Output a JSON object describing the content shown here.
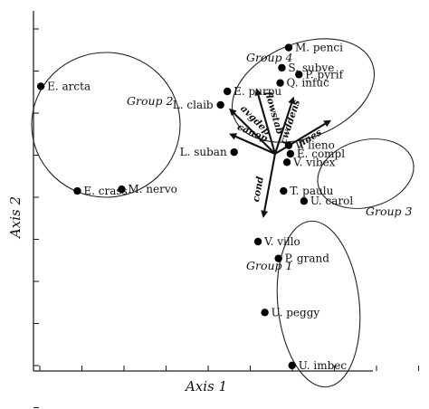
{
  "chart_data": {
    "type": "scatter",
    "title": "",
    "xlabel": "Axis 1",
    "ylabel": "Axis 2",
    "grid": false,
    "legend": "none",
    "points": [
      {
        "label": "E. arcta",
        "x": 0.03,
        "y": 8.3
      },
      {
        "label": "E. crass",
        "x": 1.1,
        "y": 5.2
      },
      {
        "label": "M. nervo",
        "x": 2.4,
        "y": 5.25
      },
      {
        "label": "M. penci",
        "x": 7.3,
        "y": 9.45
      },
      {
        "label": "S. subve",
        "x": 7.1,
        "y": 8.85
      },
      {
        "label": "P. pyrif",
        "x": 7.6,
        "y": 8.65
      },
      {
        "label": "Q. infuc",
        "x": 7.05,
        "y": 8.4
      },
      {
        "label": "E. purpu",
        "x": 5.5,
        "y": 8.15
      },
      {
        "label": "L. claib",
        "x": 5.3,
        "y": 7.75
      },
      {
        "label": "L. suban",
        "x": 5.7,
        "y": 6.35
      },
      {
        "label": "V. lieno",
        "x": 7.3,
        "y": 6.55
      },
      {
        "label": "E. compl",
        "x": 7.35,
        "y": 6.3
      },
      {
        "label": "V. vibex",
        "x": 7.25,
        "y": 6.05
      },
      {
        "label": "T. paulu",
        "x": 7.15,
        "y": 5.2
      },
      {
        "label": "U. carol",
        "x": 7.75,
        "y": 4.9
      },
      {
        "label": "V. villo",
        "x": 6.4,
        "y": 3.7
      },
      {
        "label": "P. grand",
        "x": 7.0,
        "y": 3.2
      },
      {
        "label": "U. peggy",
        "x": 6.6,
        "y": 1.6
      },
      {
        "label": "U. imbec",
        "x": 7.4,
        "y": 0.03
      }
    ],
    "vectors": [
      {
        "label": "avgdep",
        "x": 5.55,
        "y": 7.65
      },
      {
        "label": "flowstab",
        "x": 6.35,
        "y": 8.25
      },
      {
        "label": "cwddens",
        "x": 7.45,
        "y": 8.0
      },
      {
        "label": "canop",
        "x": 5.55,
        "y": 6.9
      },
      {
        "label": "fines",
        "x": 8.55,
        "y": 7.3
      },
      {
        "label": "cond",
        "x": 6.55,
        "y": 4.4
      }
    ],
    "vector_origin": {
      "x": 6.9,
      "y": 6.3
    },
    "groups": [
      {
        "label": "Group 1"
      },
      {
        "label": "Group 2"
      },
      {
        "label": "Group 3"
      },
      {
        "label": "Group 4"
      }
    ],
    "xlim": [
      0,
      9
    ],
    "ylim": [
      0,
      10
    ],
    "x_ticks": 9,
    "y_ticks": 9
  }
}
